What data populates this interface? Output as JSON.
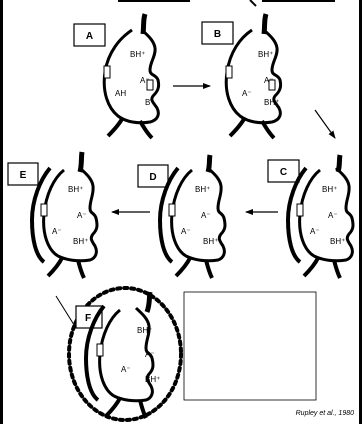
{
  "panels": [
    {
      "letter": "A",
      "labels": {
        "bh": "BH⁺",
        "a": "A⁻",
        "ah": "AH",
        "b": "B"
      }
    },
    {
      "letter": "B",
      "labels": {
        "bh1": "BH⁺",
        "a1": "A⁻",
        "a2": "A⁻",
        "bh2": "BH⁺"
      }
    },
    {
      "letter": "C",
      "labels": {
        "bh1": "BH⁺",
        "a1": "A⁻",
        "a2": "A⁻",
        "bh2": "BH⁺"
      }
    },
    {
      "letter": "D",
      "labels": {
        "bh1": "BH⁺",
        "a1": "A⁻",
        "a2": "A⁻",
        "bh2": "BH⁺"
      }
    },
    {
      "letter": "E",
      "labels": {
        "bh1": "BH⁺",
        "a1": "A⁻",
        "a2": "A⁻",
        "bh2": "BH⁺"
      }
    },
    {
      "letter": "F",
      "labels": {
        "bh1": "BH⁺",
        "a1": "A⁻",
        "a2": "A⁻",
        "bh2": "BH⁺"
      }
    }
  ],
  "citation": "Rupley et al., 1980"
}
